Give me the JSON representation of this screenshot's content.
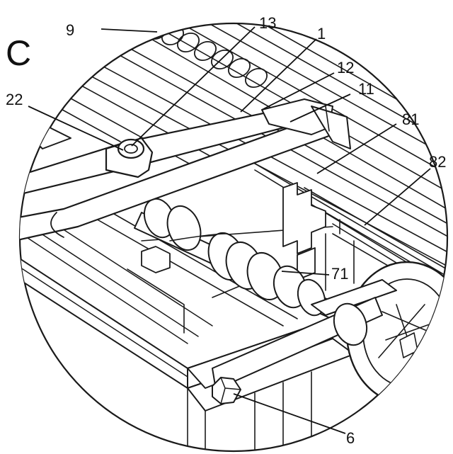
{
  "figure": {
    "panel_letter": "C",
    "colors": {
      "ink": "#1a1a1a",
      "background": "#ffffff"
    }
  },
  "callouts": [
    {
      "id": "9",
      "text": "9"
    },
    {
      "id": "13",
      "text": "13"
    },
    {
      "id": "1",
      "text": "1"
    },
    {
      "id": "12",
      "text": "12"
    },
    {
      "id": "22",
      "text": "22"
    },
    {
      "id": "11",
      "text": "11"
    },
    {
      "id": "81",
      "text": "81"
    },
    {
      "id": "82",
      "text": "82"
    },
    {
      "id": "71",
      "text": "71"
    },
    {
      "id": "6",
      "text": "6"
    }
  ]
}
